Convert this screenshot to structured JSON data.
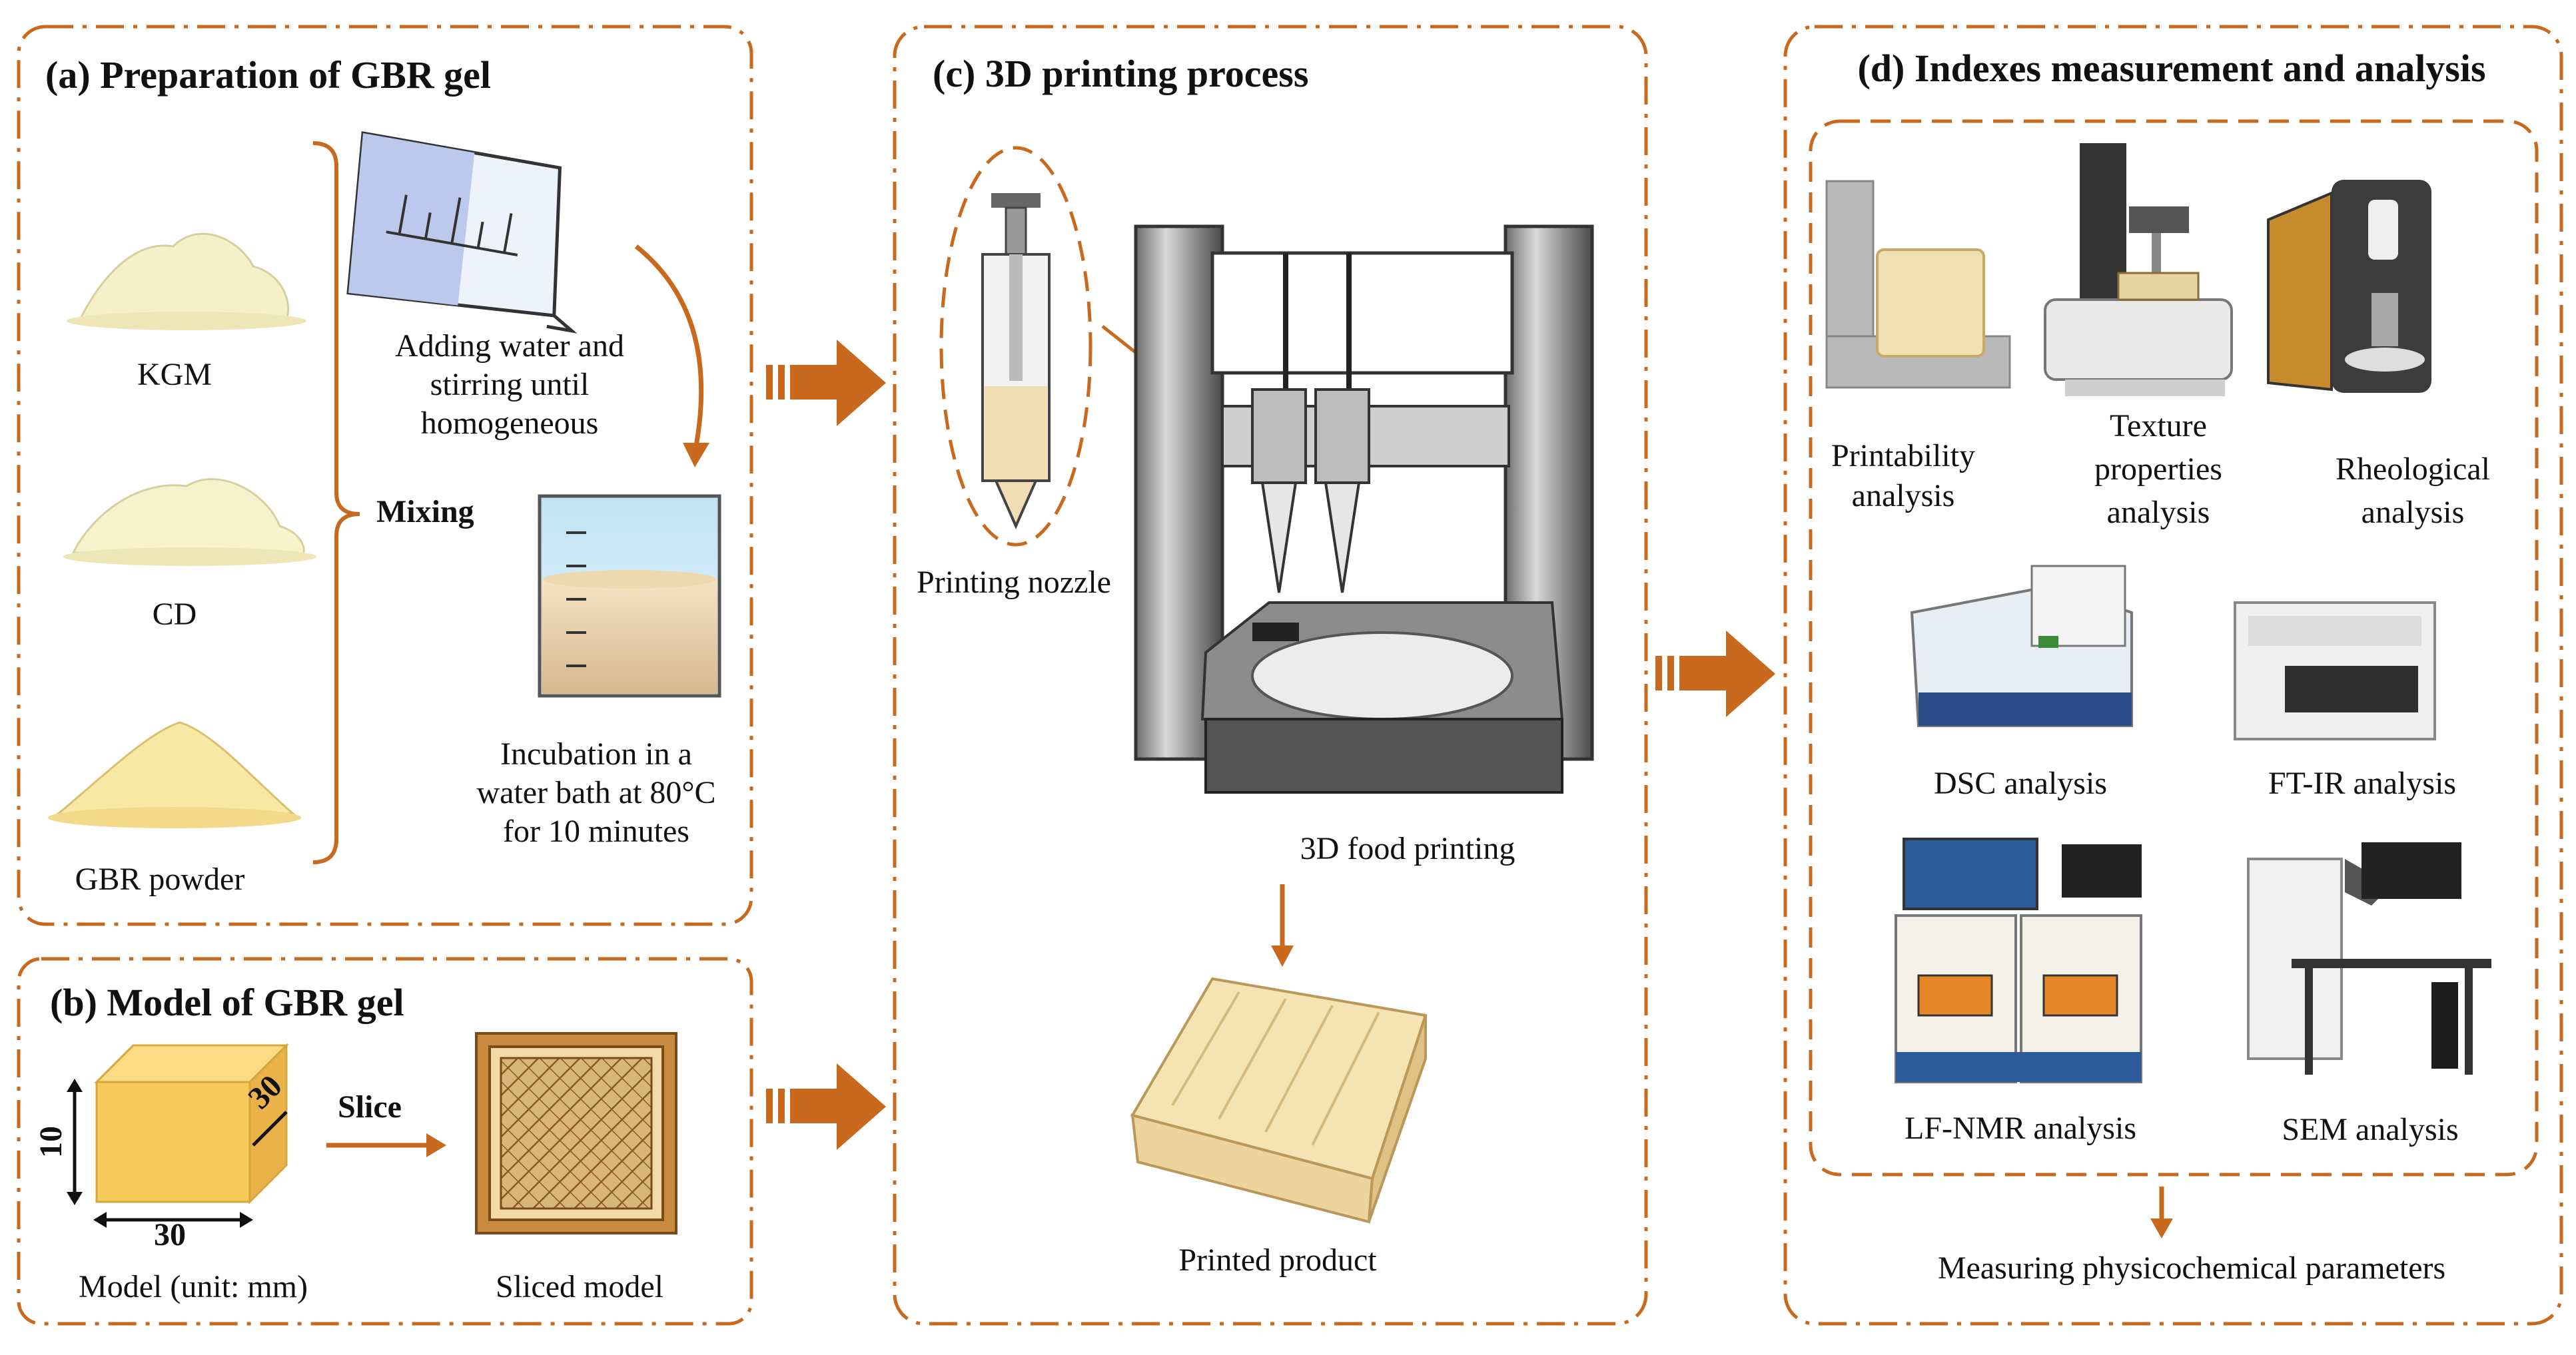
{
  "panels": {
    "a": {
      "title": "(a)  Preparation of GBR gel",
      "ingredients": [
        "KGM",
        "CD",
        "GBR powder"
      ],
      "mixing": "Mixing",
      "step1": [
        "Adding water and",
        "stirring until",
        "homogeneous"
      ],
      "step2": [
        "Incubation in a",
        "water bath at 80°C",
        "for 10 minutes"
      ]
    },
    "b": {
      "title": "(b) Model of GBR gel",
      "dim_height": "10",
      "dim_depth": "30",
      "dim_width": "30",
      "slice": "Slice",
      "model_caption": "Model (unit: mm)",
      "sliced_caption": "Sliced model"
    },
    "c": {
      "title": "(c) 3D printing process",
      "nozzle": "Printing nozzle",
      "printer": "3D food printing",
      "product": "Printed product"
    },
    "d": {
      "title": "(d) Indexes measurement and analysis",
      "printability": [
        "Printability",
        "analysis"
      ],
      "texture": [
        "Texture",
        "properties",
        "analysis"
      ],
      "rheological": [
        "Rheological",
        "analysis"
      ],
      "dsc": "DSC analysis",
      "ftir": "FT-IR analysis",
      "lfnmr": "LF-NMR analysis",
      "sem": "SEM analysis",
      "measuring": "Measuring physicochemical parameters"
    }
  },
  "colors": {
    "accent": "#c8691e",
    "powder": "#f6f0c8",
    "cube": "#f7c95a",
    "machine": "#9a9a9a"
  }
}
